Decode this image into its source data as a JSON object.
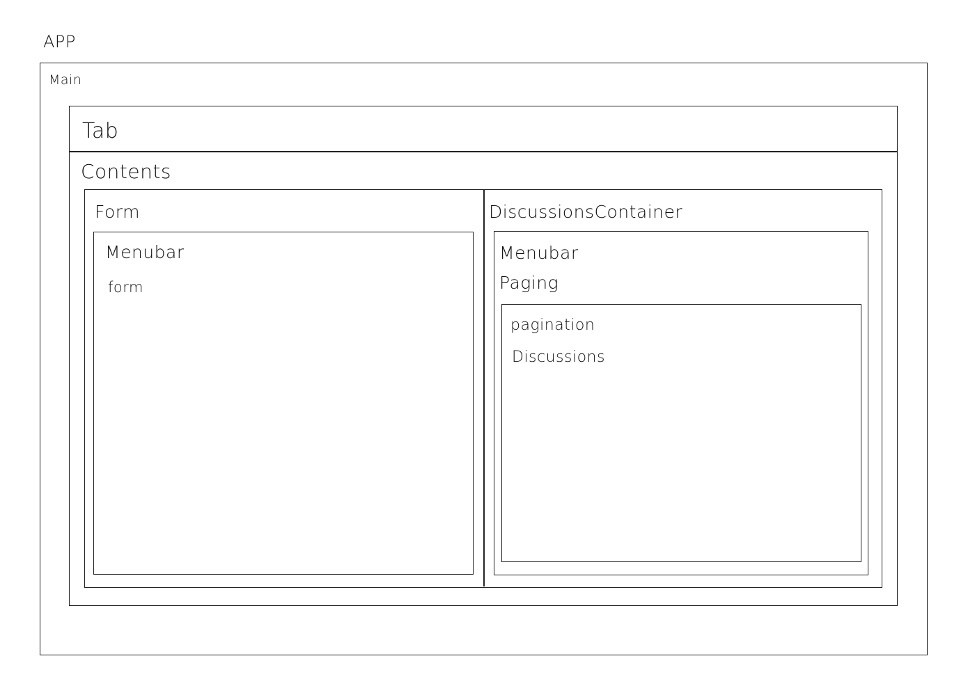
{
  "app": {
    "label": "APP",
    "main": {
      "label": "Main",
      "tab": {
        "label": "Tab"
      },
      "contents": {
        "label": "Contents",
        "form": {
          "label": "Form",
          "inner": {
            "menubar": "Menubar",
            "form": "form"
          }
        },
        "discussions_container": {
          "label": "DiscussionsContainer",
          "inner": {
            "menubar": "Menubar",
            "paging": "Paging",
            "paging_box": {
              "pagination": "pagination",
              "discussions": "Discussions"
            }
          }
        }
      }
    }
  }
}
